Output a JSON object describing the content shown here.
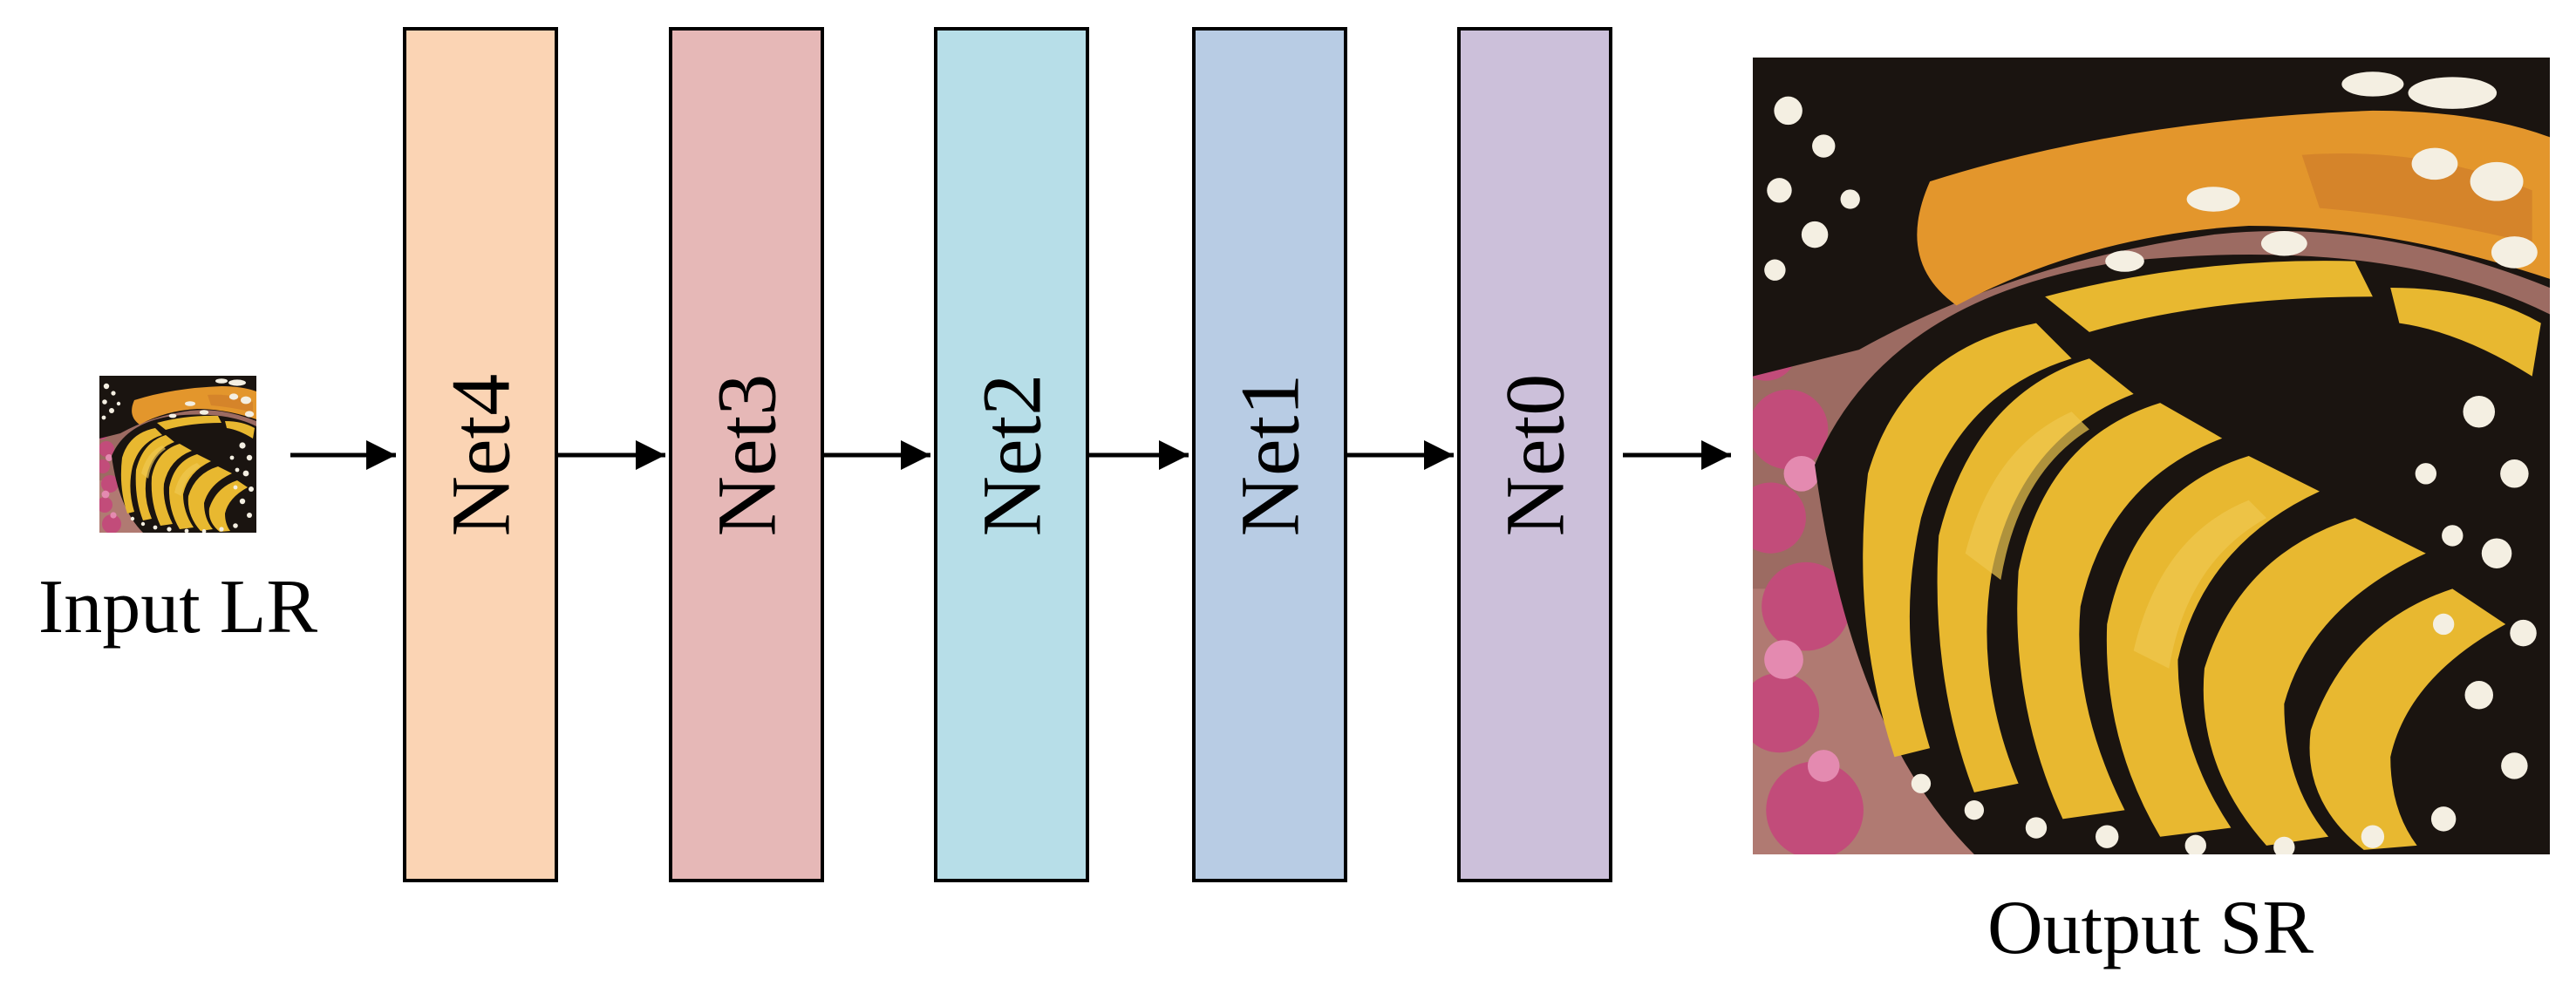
{
  "input_label": "Input LR",
  "output_label": "Output SR",
  "blocks": [
    {
      "label": "Net4",
      "color": "#fbd4b4"
    },
    {
      "label": "Net3",
      "color": "#e6b8b7"
    },
    {
      "label": "Net2",
      "color": "#b7dee8"
    },
    {
      "label": "Net1",
      "color": "#b8cce4"
    },
    {
      "label": "Net0",
      "color": "#ccc0da"
    }
  ],
  "image_palette": {
    "yellow": "#e8b830",
    "orange": "#e3962c",
    "black": "#1a1410",
    "white": "#f4efe2",
    "pink": "#c24c7a",
    "background": "#9c6b62"
  }
}
